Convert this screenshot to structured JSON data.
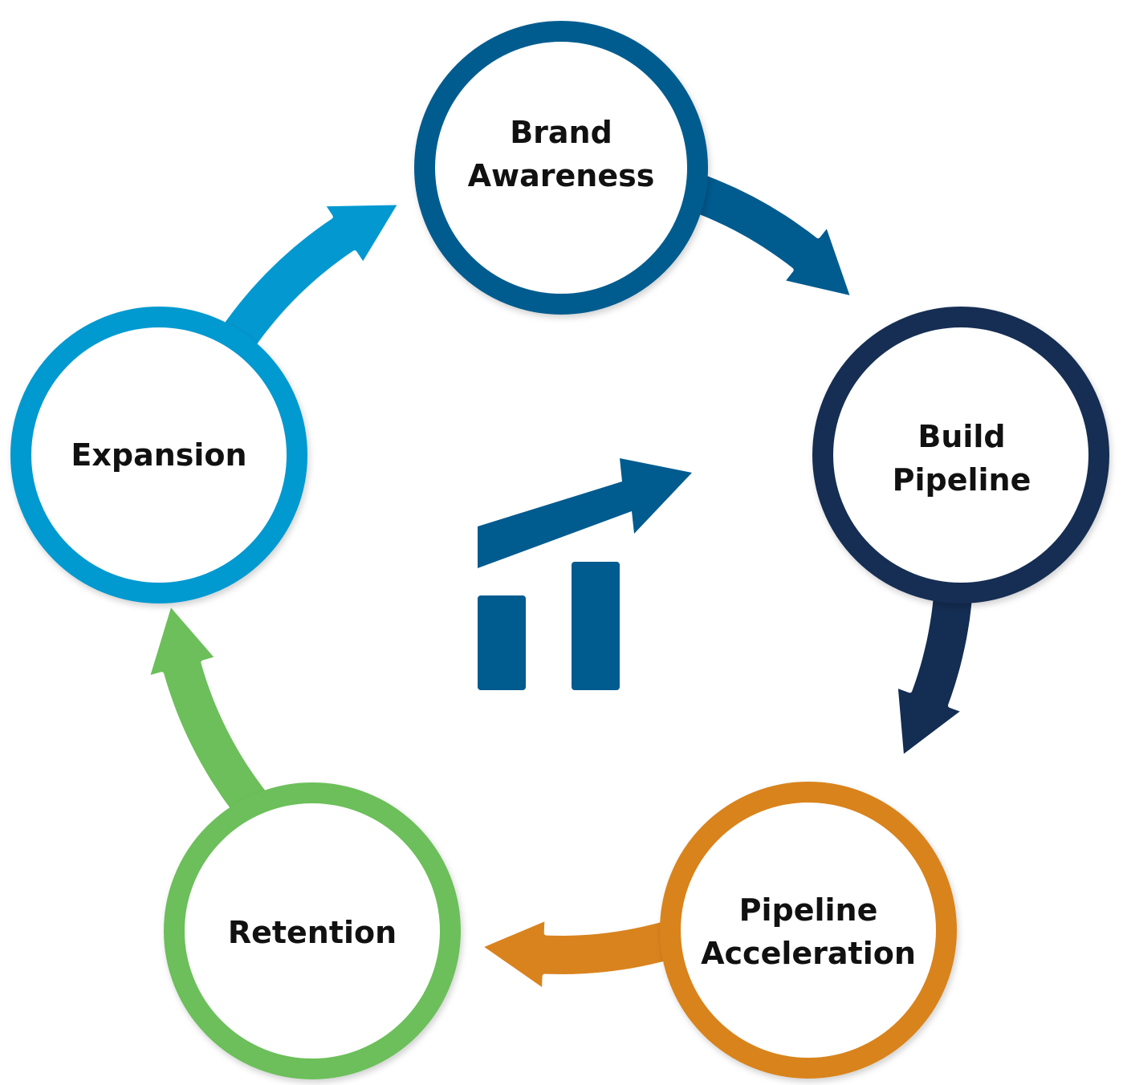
{
  "nodes": [
    {
      "id": "brand-awareness",
      "lines": [
        "Brand",
        "Awareness"
      ],
      "color": "#005B8F"
    },
    {
      "id": "build-pipeline",
      "lines": [
        "Build",
        "Pipeline"
      ],
      "color": "#142D52"
    },
    {
      "id": "pipeline-acceleration",
      "lines": [
        "Pipeline",
        "Acceleration"
      ],
      "color": "#D9831E"
    },
    {
      "id": "retention",
      "lines": [
        "Retention"
      ],
      "color": "#6CBF5A"
    },
    {
      "id": "expansion",
      "lines": [
        "Expansion"
      ],
      "color": "#0399D0"
    }
  ],
  "center_icon": {
    "name": "growth-chart-icon",
    "color": "#005B8F"
  }
}
